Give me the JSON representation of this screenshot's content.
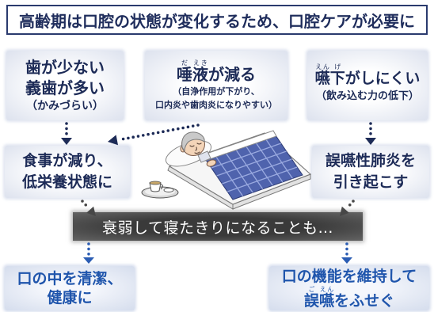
{
  "title": "高齢期は口腔の状態が変化するため、口腔ケアが必要に",
  "causes": {
    "teeth": {
      "line1": "歯が少ない",
      "line2": "義歯が多い",
      "note": "（かみづらい）"
    },
    "saliva": {
      "heading": [
        {
          "text": "唾",
          "ruby": "だ"
        },
        {
          "text": "液",
          "ruby": "えき"
        },
        {
          "text": "が減る"
        }
      ],
      "note1": "（自浄作用が下がり、",
      "note2": "口内炎や歯肉炎になりやすい）"
    },
    "swallowing": {
      "heading": [
        {
          "text": "嚥",
          "ruby": "えん"
        },
        {
          "text": "下",
          "ruby": "げ"
        },
        {
          "text": "がしにくい"
        }
      ],
      "note": "（飲み込む力の低下）"
    }
  },
  "effects": {
    "malnutrition": {
      "line1": "食事が減り、",
      "line2": "低栄養状態に"
    },
    "pneumonia": {
      "line1": "誤嚥性肺炎を",
      "line2": "引き起こす"
    }
  },
  "banner": "衰弱して寝たきりになることも…",
  "goals": {
    "hygiene": {
      "line1": "口の中を清潔、",
      "line2": "健康に"
    },
    "function": {
      "line1": "口の機能を維持して",
      "line2": [
        {
          "text": "誤",
          "ruby": "ご"
        },
        {
          "text": "嚥",
          "ruby": "えん"
        },
        {
          "text": "をふせぐ"
        }
      ]
    }
  },
  "colors": {
    "title_text": "#1f2d5c",
    "title_border": "#2a3a6e",
    "cause_text": "#1d2b57",
    "goal_text": "#1f55ac",
    "banner_bg": "#3a3a3a",
    "banner_text": "#ffffff",
    "arrow_dark": "#1d2b57",
    "arrow_gray": "#474747",
    "arrow_blue": "#2a5cb3",
    "blanket": "#4f63ad"
  }
}
